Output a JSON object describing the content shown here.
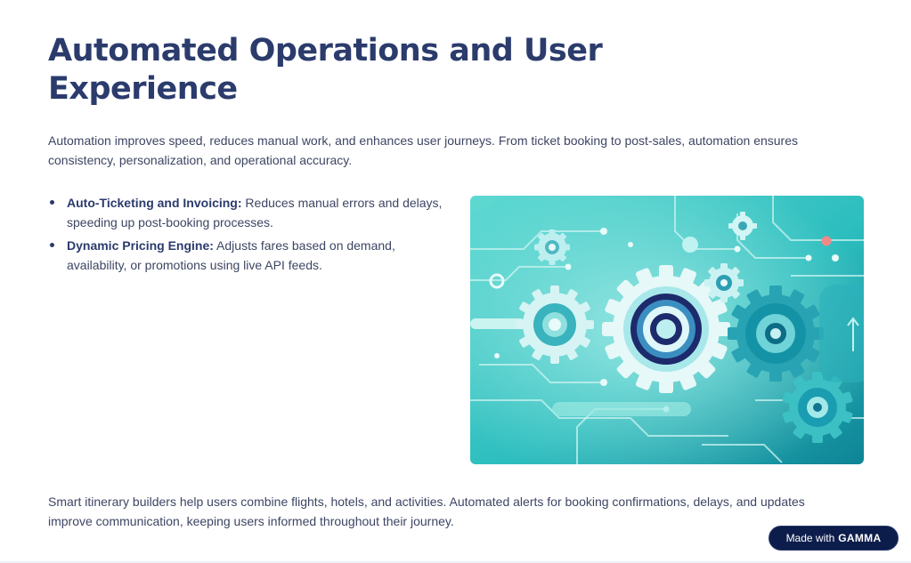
{
  "slide": {
    "title": "Automated Operations and User Experience",
    "intro": "Automation improves speed, reduces manual work, and enhances user journeys. From ticket booking to post-sales, automation ensures consistency, personalization, and operational accuracy.",
    "bullets": [
      {
        "title": "Auto-Ticketing and Invoicing:",
        "text": " Reduces manual errors and delays, speeding up post-booking processes."
      },
      {
        "title": "Dynamic Pricing Engine:",
        "text": " Adjusts fares based on demand, availability, or promotions using live API feeds."
      }
    ],
    "closing": "Smart itinerary builders help users combine flights, hotels, and activities. Automated alerts for booking confirmations, delays, and updates improve communication, keeping users informed throughout their journey."
  },
  "badge": {
    "prefix": "Made with",
    "brand": "GAMMA"
  },
  "illustration": {
    "icon": "gears-circuit-illustration",
    "colors": {
      "teal_light": "#7fe3dc",
      "teal": "#2cc3c0",
      "teal_dark": "#0f8797",
      "navy": "#1d2a6b",
      "accent": "#f08a8a"
    }
  }
}
